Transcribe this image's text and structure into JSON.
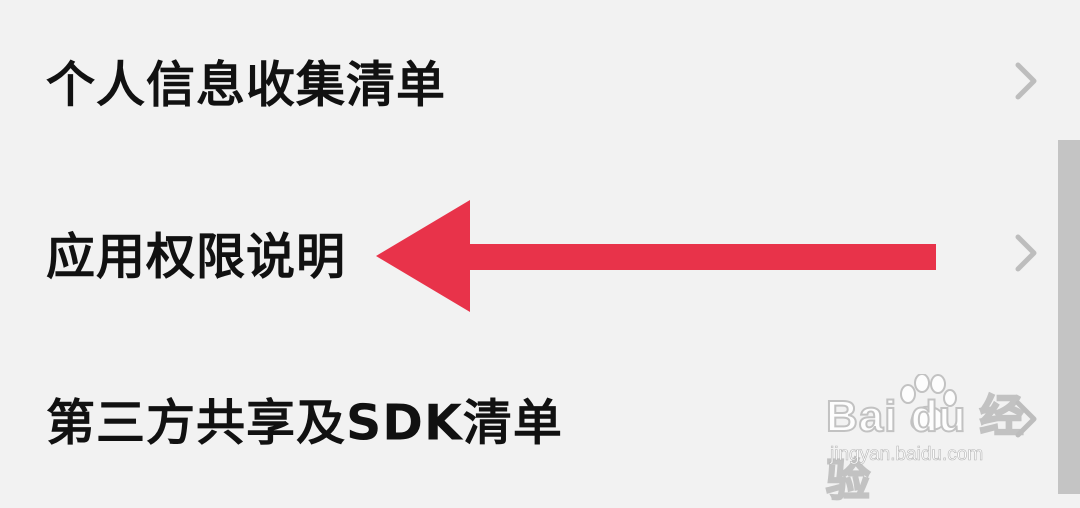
{
  "settings": {
    "items": [
      {
        "label": "个人信息收集清单",
        "icon": "chevron-right-icon"
      },
      {
        "label": "应用权限说明",
        "icon": "chevron-right-icon"
      },
      {
        "label": "第三方共享及SDK清单",
        "icon": "chevron-right-icon"
      }
    ]
  },
  "annotation": {
    "arrow_color": "#e8334a",
    "direction": "left"
  },
  "watermark": {
    "brand": "Bai du 经验",
    "url": "jingyan.baidu.com"
  },
  "colors": {
    "background": "#f2f2f2",
    "text": "#111111",
    "chevron": "#bdbdbd",
    "scrollbar": "#c4c4c4"
  }
}
